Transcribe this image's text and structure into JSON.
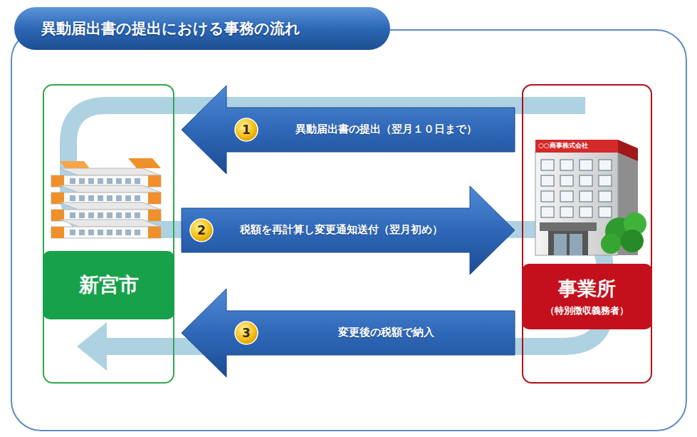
{
  "diagram": {
    "title": "異動届出書の提出における事務の流れ",
    "nodes": [
      {
        "text": [
          "新宮市"
        ]
      },
      {
        "text": [
          "事業所",
          "（特別徴収義務者）"
        ]
      }
    ],
    "edges": [
      {
        "from": 1,
        "to": 0,
        "arrow": "to",
        "label": "異動届出書の提出（翌月１０日まで）"
      },
      {
        "from": 0,
        "to": 1,
        "arrow": "to",
        "label": "税額を再計算し変更通知送付（翌月初め）"
      },
      {
        "from": 1,
        "to": 0,
        "arrow": "to",
        "label": "変更後の税額で納入"
      }
    ],
    "labels": [
      "1",
      "2",
      "3",
      "○○商事株式会社"
    ]
  }
}
